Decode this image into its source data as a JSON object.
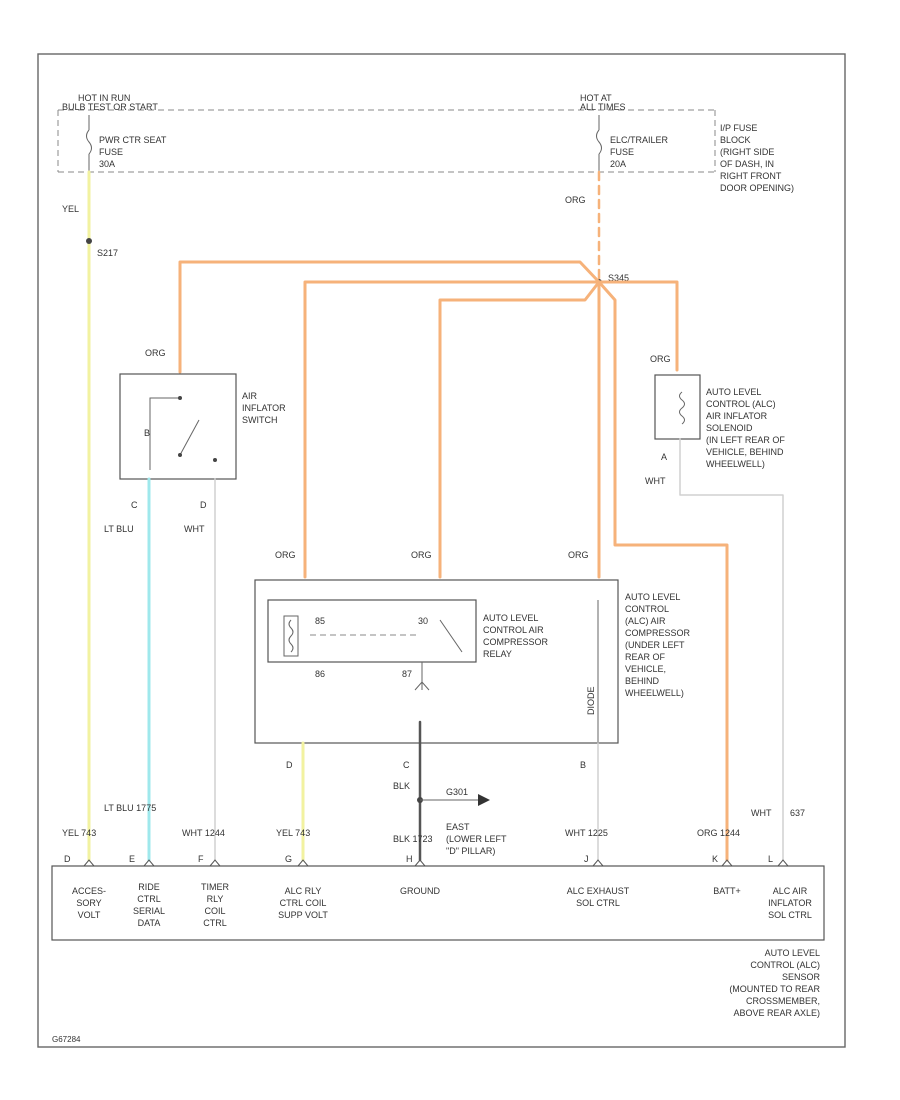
{
  "colors": {
    "yellow": "#f2f2a0",
    "lt_blue": "#9fe8ec",
    "orange": "#f6b27a",
    "white_wire": "#d0d0d0",
    "black_wire": "#555555",
    "frame": "#666666"
  },
  "fuse_block": {
    "left_hot": [
      "HOT IN RUN",
      "BULB TEST OR START"
    ],
    "left_fuse": [
      "PWR CTR SEAT",
      "FUSE",
      "30A"
    ],
    "right_hot": [
      "HOT AT",
      "ALL TIMES"
    ],
    "right_fuse": [
      "ELC/TRAILER",
      "FUSE",
      "20A"
    ],
    "location": [
      "I/P FUSE",
      "BLOCK",
      "(RIGHT SIDE",
      "OF DASH, IN",
      "RIGHT FRONT",
      "DOOR OPENING)"
    ]
  },
  "wires": {
    "yel": "YEL",
    "org": "ORG",
    "lt_blu": "LT BLU",
    "wht": "WHT",
    "blk": "BLK",
    "splice_left": "S217",
    "splice_right": "S345",
    "lt_blu_circuit": "LT BLU 1775"
  },
  "inflator_switch": {
    "label": [
      "AIR",
      "INFLATOR",
      "SWITCH"
    ],
    "pin_b": "B",
    "pin_c": "C",
    "pin_d": "D"
  },
  "inflator_solenoid": {
    "label": [
      "AUTO LEVEL",
      "CONTROL (ALC)",
      "AIR INFLATOR",
      "SOLENOID",
      "(IN LEFT REAR OF",
      "VEHICLE, BEHIND",
      "WHEELWELL)"
    ],
    "pin_a": "A"
  },
  "relay": {
    "label": [
      "AUTO LEVEL",
      "CONTROL AIR",
      "COMPRESSOR",
      "RELAY"
    ],
    "module_label": [
      "AUTO LEVEL",
      "CONTROL",
      "(ALC) AIR",
      "COMPRESSOR",
      "(UNDER LEFT",
      "REAR OF",
      "VEHICLE,",
      "BEHIND",
      "WHEELWELL)"
    ],
    "pin_85": "85",
    "pin_86": "86",
    "pin_30": "30",
    "pin_87": "87",
    "pin_d": "D",
    "pin_c": "C",
    "pin_b": "B",
    "diode": "DIODE"
  },
  "ground": {
    "node": "G301",
    "label": [
      "EAST",
      "(LOWER LEFT",
      "\"D\" PILLAR)"
    ]
  },
  "sensor_wires": {
    "w1": "YEL  743",
    "w2": "WHT  1244",
    "w3": "YEL  743",
    "w4": "BLK  1723",
    "w5": "WHT  1225",
    "w6": "ORG  1244",
    "w7_wht": "WHT",
    "w7_num": "637"
  },
  "sensor": {
    "labels": [
      [
        "ACCES-",
        "SORY",
        "VOLT"
      ],
      [
        "RIDE",
        "CTRL",
        "SERIAL",
        "DATA"
      ],
      [
        "TIMER",
        "RLY",
        "COIL",
        "CTRL"
      ],
      [
        "ALC RLY",
        "CTRL COIL",
        "SUPP VOLT"
      ],
      [
        "GROUND"
      ],
      [
        "ALC EXHAUST",
        "SOL CTRL"
      ],
      [
        "BATT+"
      ],
      [
        "ALC AIR",
        "INFLATOR",
        "SOL CTRL"
      ]
    ],
    "pins": [
      "D",
      "E",
      "F",
      "G",
      "H",
      "J",
      "K",
      "L"
    ],
    "caption": [
      "AUTO LEVEL",
      "CONTROL (ALC)",
      "SENSOR",
      "(MOUNTED TO REAR",
      "CROSSMEMBER,",
      "ABOVE REAR AXLE)"
    ]
  },
  "footer_code": "G67284"
}
